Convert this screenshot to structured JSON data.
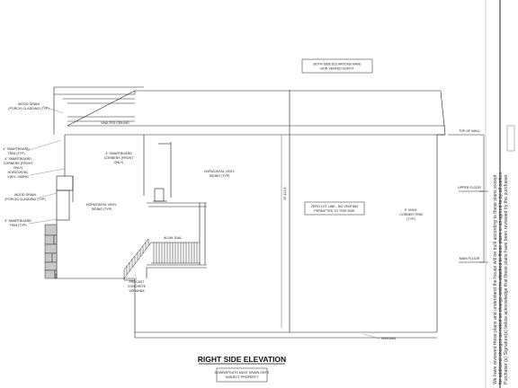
{
  "title": "RIGHT SIDE ELEVATION",
  "notes": {
    "soffit_line1": "BOTH SIDE ELEVATIONS HAVE",
    "soffit_line2": "NON VENTED SOFFIT",
    "downspouts_line1": "DOWNSPOUTS MUST DRAIN ONTO",
    "downspouts_line2": "SUBJECT PROPERTY",
    "zero_lot_line1": "ZERO LOT LINE - NO VENTING",
    "zero_lot_line2": "PERMITTED TO THIS SIDE"
  },
  "callouts": {
    "wood_grain_a1": "WOOD GRAIN",
    "wood_grain_a2": "(PORCH) CLADDING (TYP)",
    "vaulted_ceiling": "VAULTED CEILING",
    "smartboard_trim1": "4\" SMARTBOARD",
    "smartboard_trim2": "TRIM (TYP)",
    "smartboard_corners1": "4\" SMARTBOARD",
    "smartboard_corners2": "CORNERS (FRONT",
    "smartboard_corners3": "ONLY)",
    "horiz_vinyl_left1": "HORIZONTAL",
    "horiz_vinyl_left2": "VINYL SIDING",
    "front_corners1": "4\" SMARTBOARD",
    "front_corners2": "CORNERS (FRONT",
    "front_corners3": "ONLY)",
    "horiz_vinyl_center1": "HORIZONTAL VINYL",
    "horiz_vinyl_center2": "SIDING (TYP)",
    "wood_grain_b1": "WOOD GRAIN",
    "wood_grain_b2": "(PORCH) CLADDING (TYP)",
    "horiz_vinyl_lower1": "HORIZONTAL VINYL",
    "horiz_vinyl_lower2": "SIDING (TYP)",
    "smartboard_trim_b1": "4\" SMARTBOARD",
    "smartboard_trim_b2": "TRIM (TYP)",
    "alum_rail": "ALUM. RAIL",
    "precast1": "PRECAST",
    "precast2": "CONCRETE",
    "precast3": "VERANDA",
    "parging": "PARGING",
    "vinyl_corner1": "5\" VINYL",
    "vinyl_corner2": "CORNER TRIM",
    "vinyl_corner3": "(TYP)",
    "overall_height": "25'-11 1/4\""
  },
  "levels": {
    "top_of_wall": "TOP OF WALL",
    "upper_floor": "UPPER FLOOR",
    "main_floor": "MAIN FLOOR"
  },
  "side_text": {
    "line1": "We have reviewed these plans and understand the house will be built according to these plans except",
    "line2": "for additional changes as noted on change orders attached to these plans or as agreed to by all parties.",
    "line3": "Purchaser (s) Signature(s) below acknowledge that these plans have been reviewed by the purchaser"
  }
}
